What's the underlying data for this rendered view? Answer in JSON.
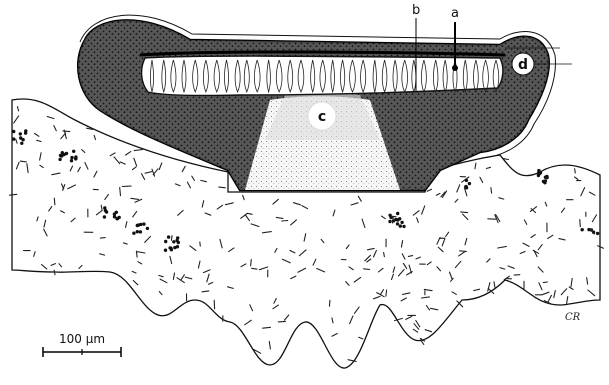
{
  "labels": {
    "a": "a",
    "b": "b",
    "c": "c",
    "d": "d"
  },
  "scale_bar": {
    "text": "100 µm"
  },
  "signature": "CR"
}
